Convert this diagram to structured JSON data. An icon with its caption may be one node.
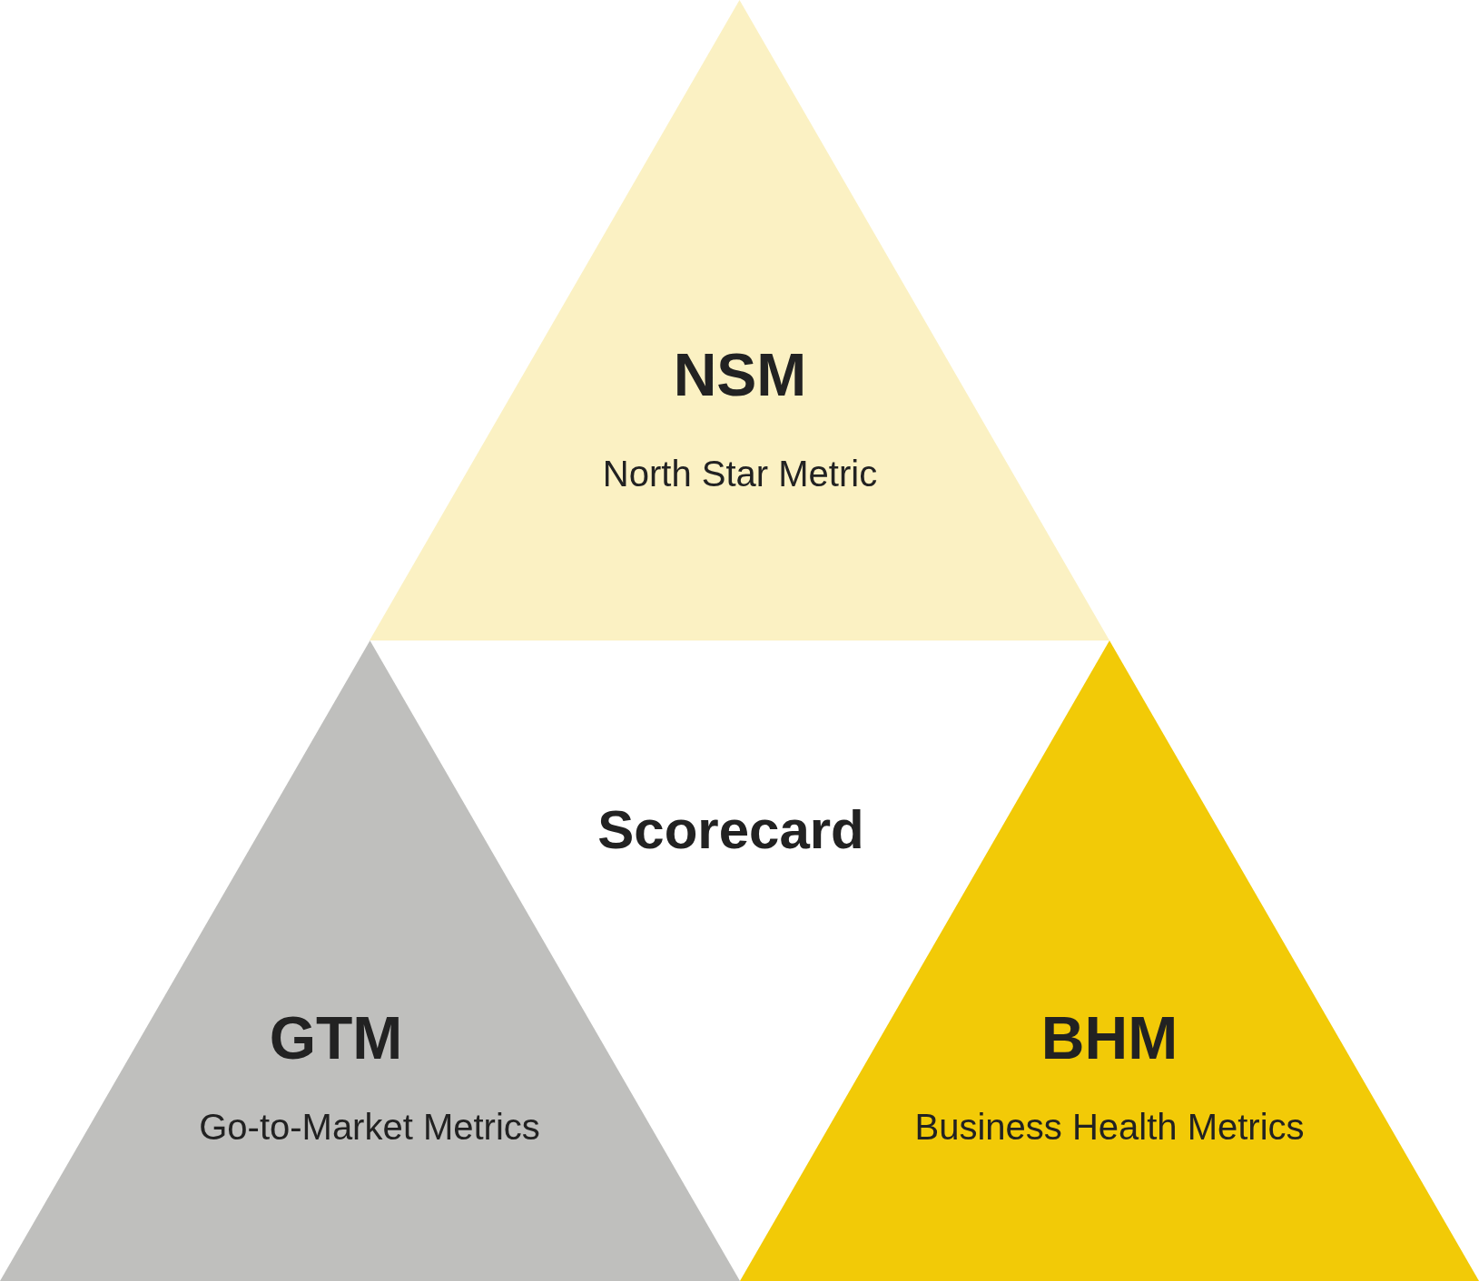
{
  "diagram": {
    "nodes": [
      {
        "text": [
          "NSM",
          "North Star Metric"
        ]
      },
      {
        "text": [
          "GTM",
          "Go-to-Market Metrics"
        ]
      },
      {
        "text": [
          "BHM",
          "Business Health Metrics"
        ]
      }
    ],
    "labels": [
      "Scorecard"
    ]
  }
}
